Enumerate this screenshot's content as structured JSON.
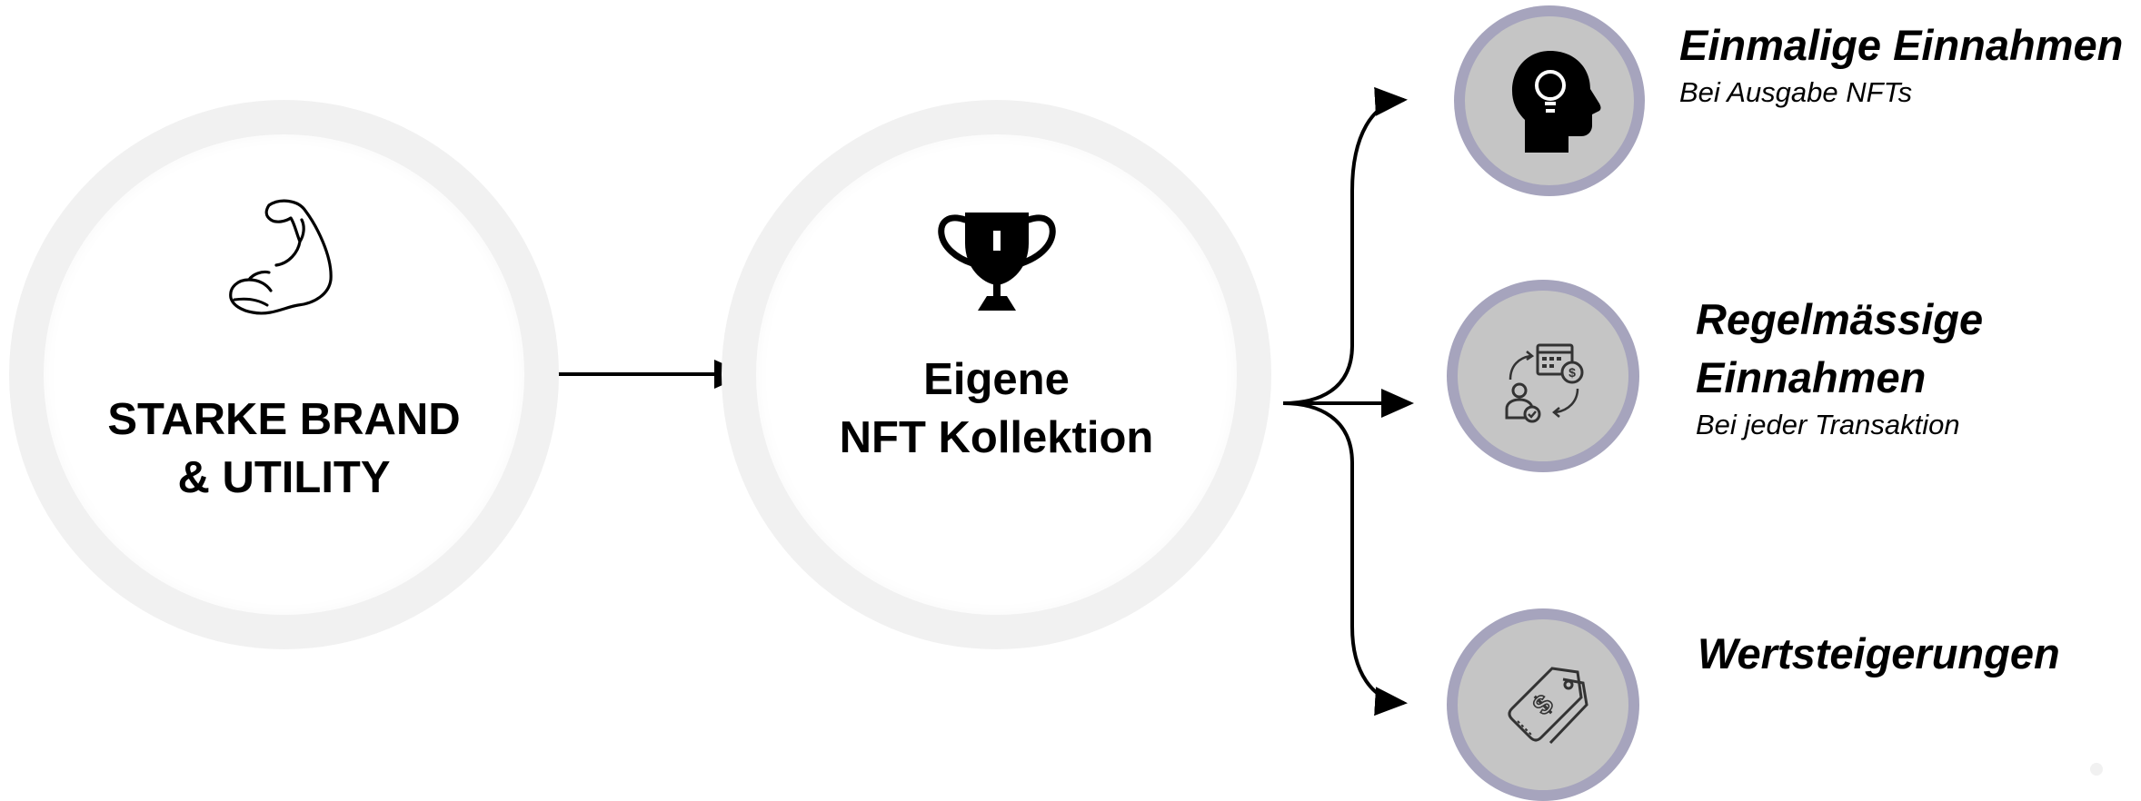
{
  "left_node": {
    "title": "STARKE BRAND\n& UTILITY",
    "icon": "flexed-biceps-icon"
  },
  "center_node": {
    "title": "Eigene\nNFT Kollektion",
    "icon": "trophy-icon"
  },
  "outcomes": [
    {
      "title": "Einmalige Einnahmen",
      "subtitle": "Bei Ausgabe NFTs",
      "icon": "lightbulb-head-icon"
    },
    {
      "title": "Regelmässige\nEinnahmen",
      "subtitle": "Bei jeder Transaktion",
      "icon": "recurring-payment-icon"
    },
    {
      "title": "Wertsteigerungen",
      "subtitle": "",
      "icon": "price-tags-icon"
    }
  ],
  "colors": {
    "ring": "#f1f1f1",
    "outcome_ring": "#a6a4bd",
    "outcome_fill": "#c5c5c5",
    "line": "#000000"
  }
}
